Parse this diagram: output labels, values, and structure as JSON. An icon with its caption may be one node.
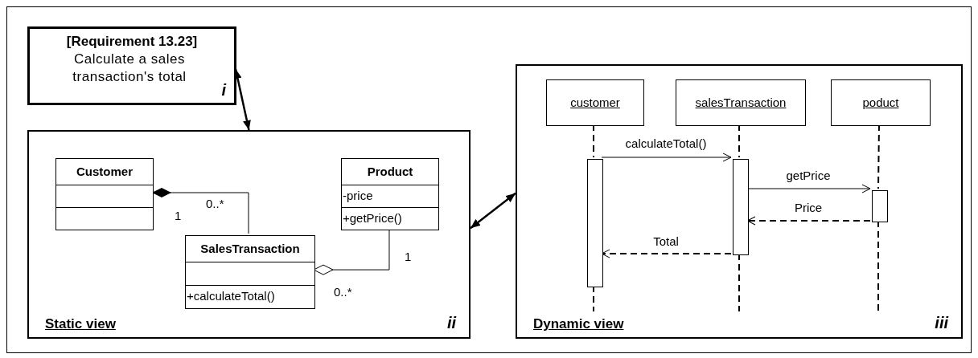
{
  "diagram": {
    "nodes": [
      {
        "text": [
          "[Requirement 13.23]",
          "Calculate a sales transaction's total",
          "i"
        ]
      },
      {
        "text": [
          "Static view",
          "ii"
        ]
      },
      {
        "text": [
          "Customer"
        ],
        "in": 1
      },
      {
        "text": [
          "Product",
          "-price",
          "+getPrice()"
        ],
        "in": 1
      },
      {
        "text": [
          "SalesTransaction",
          "+calculateTotal()"
        ],
        "in": 1
      },
      {
        "text": [
          "Dynamic view",
          "iii"
        ]
      },
      {
        "text": [
          "customer"
        ],
        "in": 5
      },
      {
        "text": [
          "salesTransaction"
        ],
        "in": 5
      },
      {
        "text": [
          "poduct"
        ],
        "in": 5
      },
      {
        "text": [],
        "shape": "bar",
        "in": 5
      },
      {
        "text": [],
        "shape": "bar",
        "in": 5
      },
      {
        "text": [],
        "shape": "bar",
        "in": 5
      }
    ],
    "edges": [
      {
        "from": 0,
        "to": 1,
        "arrow": "both"
      },
      {
        "from": 1,
        "to": 5,
        "arrow": "both"
      },
      {
        "from": 2,
        "to": 4,
        "arrow": "other"
      },
      {
        "from": 3,
        "to": 4,
        "arrow": "other"
      },
      {
        "from": 9,
        "to": 10,
        "arrow": "to",
        "label": "calculateTotal()"
      },
      {
        "from": 10,
        "to": 11,
        "arrow": "to",
        "label": "getPrice"
      },
      {
        "from": 11,
        "to": 10,
        "arrow": "to",
        "label": "Price",
        "style": "dashed"
      },
      {
        "from": 10,
        "to": 9,
        "arrow": "to",
        "label": "Total",
        "style": "dashed"
      },
      {
        "from": 6,
        "to": 9,
        "arrow": "none",
        "style": "dashed"
      },
      {
        "from": 7,
        "to": 10,
        "arrow": "none",
        "style": "dashed"
      },
      {
        "from": 8,
        "to": 11,
        "arrow": "none",
        "style": "dashed"
      },
      {
        "from": 9,
        "to": null,
        "arrow": "none",
        "style": "dashed"
      },
      {
        "from": 10,
        "to": null,
        "arrow": "none",
        "style": "dashed"
      },
      {
        "from": 11,
        "to": null,
        "arrow": "none",
        "style": "dashed"
      }
    ],
    "labels": [
      "0..*",
      "1",
      "1",
      "0..*"
    ]
  }
}
